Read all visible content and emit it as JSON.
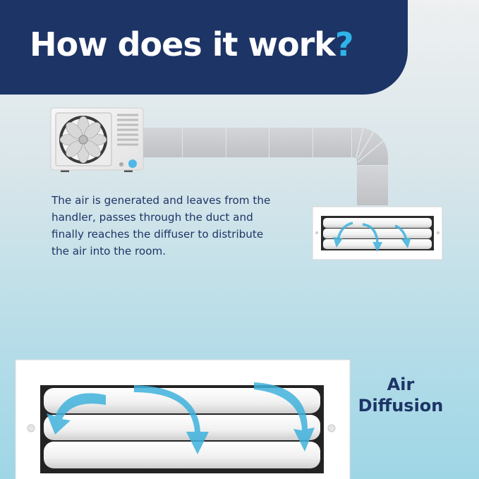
{
  "header": {
    "title_main": "How does it work",
    "title_mark": "?"
  },
  "description": {
    "lines": [
      "The air is generated and leaves from the",
      "handler, passes through the duct and",
      "finally reaches the diffuser to distribute",
      "the air into the room."
    ]
  },
  "diffusion_label": {
    "line1": "Air",
    "line2": "Diffusion"
  },
  "colors": {
    "banner": "#1d3466",
    "accent": "#2fb3e8",
    "text": "#1d3466",
    "arrow": "#3fb2dc",
    "duct": "#c4c6c9"
  },
  "icons": [
    "air-handler-unit",
    "duct-pipe",
    "small-diffuser",
    "large-diffuser",
    "airflow-arrow-icon"
  ]
}
